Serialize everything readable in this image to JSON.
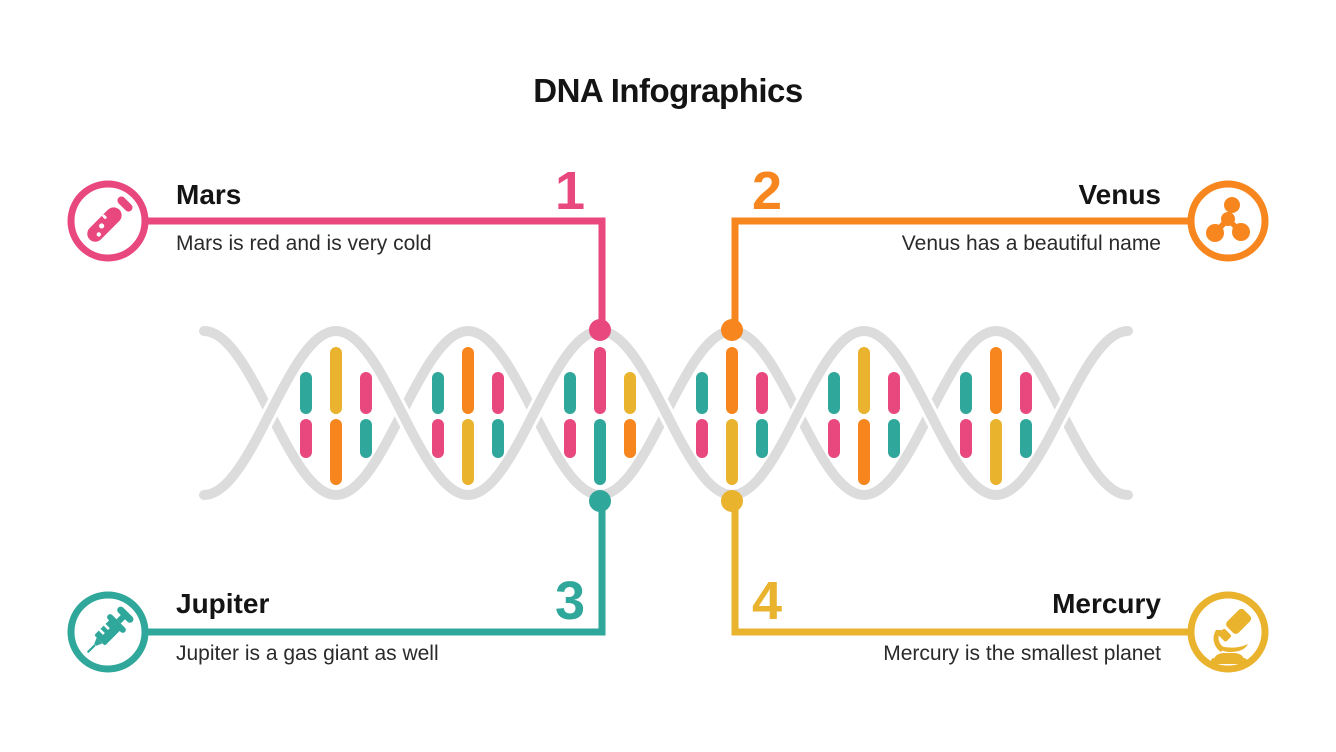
{
  "title": "DNA Infographics",
  "palette": {
    "pink": "#E8487E",
    "orange": "#F6861D",
    "teal": "#2FA79A",
    "yellow": "#E9B32E",
    "gray": "#DCDCDC",
    "heading_text": "#141414",
    "description_text": "#2a2a2a"
  },
  "sections": [
    {
      "number": "1",
      "label": "Mars",
      "description": "Mars is red and is very cold",
      "color": "pink",
      "icon": "test-tube-icon",
      "position": "top-left"
    },
    {
      "number": "2",
      "label": "Venus",
      "description": "Venus has a beautiful name",
      "color": "orange",
      "icon": "molecule-icon",
      "position": "top-right"
    },
    {
      "number": "3",
      "label": "Jupiter",
      "description": "Jupiter is a gas giant as well",
      "color": "teal",
      "icon": "syringe-icon",
      "position": "bottom-left"
    },
    {
      "number": "4",
      "label": "Mercury",
      "description": "Mercury is the smallest planet",
      "color": "yellow",
      "icon": "microscope-icon",
      "position": "bottom-right"
    }
  ],
  "dna": {
    "bubbles": [
      {
        "bars": [
          {
            "size": "short",
            "top": "teal",
            "bottom": "pink"
          },
          {
            "size": "tall",
            "top": "yellow",
            "bottom": "orange"
          },
          {
            "size": "short",
            "top": "pink",
            "bottom": "teal"
          }
        ]
      },
      {
        "bars": [
          {
            "size": "short",
            "top": "teal",
            "bottom": "pink"
          },
          {
            "size": "tall",
            "top": "orange",
            "bottom": "yellow"
          },
          {
            "size": "short",
            "top": "pink",
            "bottom": "teal"
          }
        ]
      },
      {
        "bars": [
          {
            "size": "short",
            "top": "teal",
            "bottom": "pink"
          },
          {
            "size": "tall",
            "top": "pink",
            "bottom": "teal",
            "connector_top": "pink",
            "connector_bottom": "teal"
          },
          {
            "size": "short",
            "top": "yellow",
            "bottom": "orange"
          }
        ]
      },
      {
        "bars": [
          {
            "size": "short",
            "top": "teal",
            "bottom": "pink"
          },
          {
            "size": "tall",
            "top": "orange",
            "bottom": "yellow",
            "connector_top": "orange",
            "connector_bottom": "yellow"
          },
          {
            "size": "short",
            "top": "pink",
            "bottom": "teal"
          }
        ]
      },
      {
        "bars": [
          {
            "size": "short",
            "top": "teal",
            "bottom": "pink"
          },
          {
            "size": "tall",
            "top": "yellow",
            "bottom": "orange"
          },
          {
            "size": "short",
            "top": "pink",
            "bottom": "teal"
          }
        ]
      },
      {
        "bars": [
          {
            "size": "short",
            "top": "teal",
            "bottom": "pink"
          },
          {
            "size": "tall",
            "top": "orange",
            "bottom": "yellow"
          },
          {
            "size": "short",
            "top": "pink",
            "bottom": "teal"
          }
        ]
      }
    ]
  }
}
